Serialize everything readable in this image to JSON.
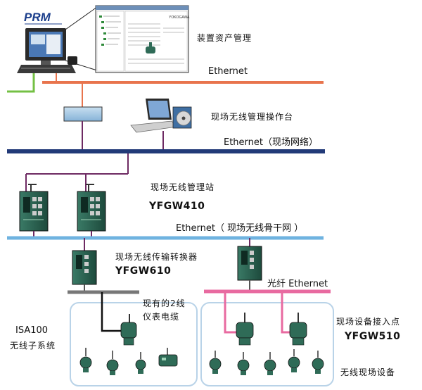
{
  "logo": {
    "text": "PRM"
  },
  "screen": {
    "title": "YOKOGAWA"
  },
  "labels": {
    "asset_mgmt": "装置资产管理",
    "eth_top": "Ethernet",
    "wireless_console": "现场无线管理操作台",
    "eth_field": "Ethernet（现场网络）",
    "mgmt_station": "现场无线管理站",
    "yfgw410": "YFGW410",
    "eth_backbone": "Ethernet（ 现场无线骨干网 ）",
    "converter": "现场无线传输转换器",
    "yfgw610": "YFGW610",
    "fiber_eth": "光纤  Ethernet",
    "existing_cable_1": "现有的2线",
    "existing_cable_2": "仪表电缆",
    "isa100_1": "ISA100",
    "isa100_2": "无线子系统",
    "access_point": "现场设备接入点",
    "yfgw510": "YFGW510",
    "field_devices": "无线现场设备"
  },
  "colors": {
    "orange_line": "#e8744d",
    "navy_bus": "#223a78",
    "purple_link": "#6e2a63",
    "light_blue_bus": "#6fb3e0",
    "gray_bus": "#777777",
    "pink_bus": "#e86aa0",
    "green_line": "#74c044",
    "device_green": "#2f6b57"
  }
}
